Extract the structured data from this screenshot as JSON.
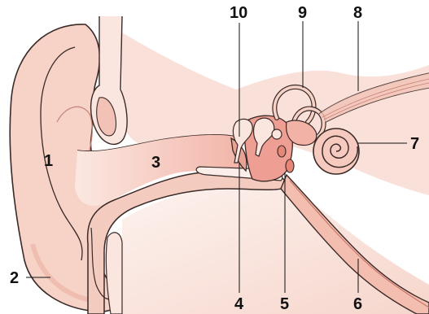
{
  "labels": {
    "l1": "1",
    "l2": "2",
    "l3": "3",
    "l4": "4",
    "l5": "5",
    "l6": "6",
    "l7": "7",
    "l8": "8",
    "l9": "9",
    "l10": "10"
  },
  "colors": {
    "tissue": "#f6d9cf",
    "tissue_light": "#fbeae4",
    "tissue_dark": "#ec9d93",
    "canal": "#f7c9bd",
    "outline": "#3a2a28",
    "background": "#ffffff"
  }
}
